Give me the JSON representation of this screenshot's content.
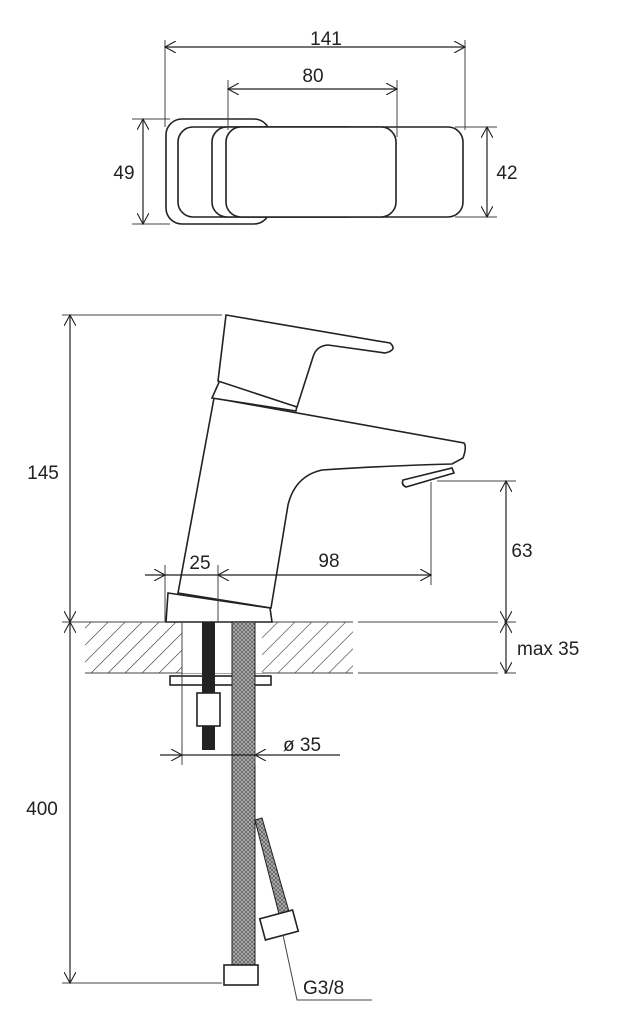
{
  "top_view": {
    "dim_total_length": "141",
    "dim_handle_length": "80",
    "dim_base_width": "49",
    "dim_body_width": "42"
  },
  "side_view": {
    "dim_height": "145",
    "dim_base_offset": "25",
    "dim_spout_reach": "98",
    "dim_spout_height": "63",
    "dim_counter_thickness": "max 35",
    "dim_hole_diameter": "ø 35",
    "dim_hose_length": "400",
    "hose_thread": "G3/8"
  }
}
